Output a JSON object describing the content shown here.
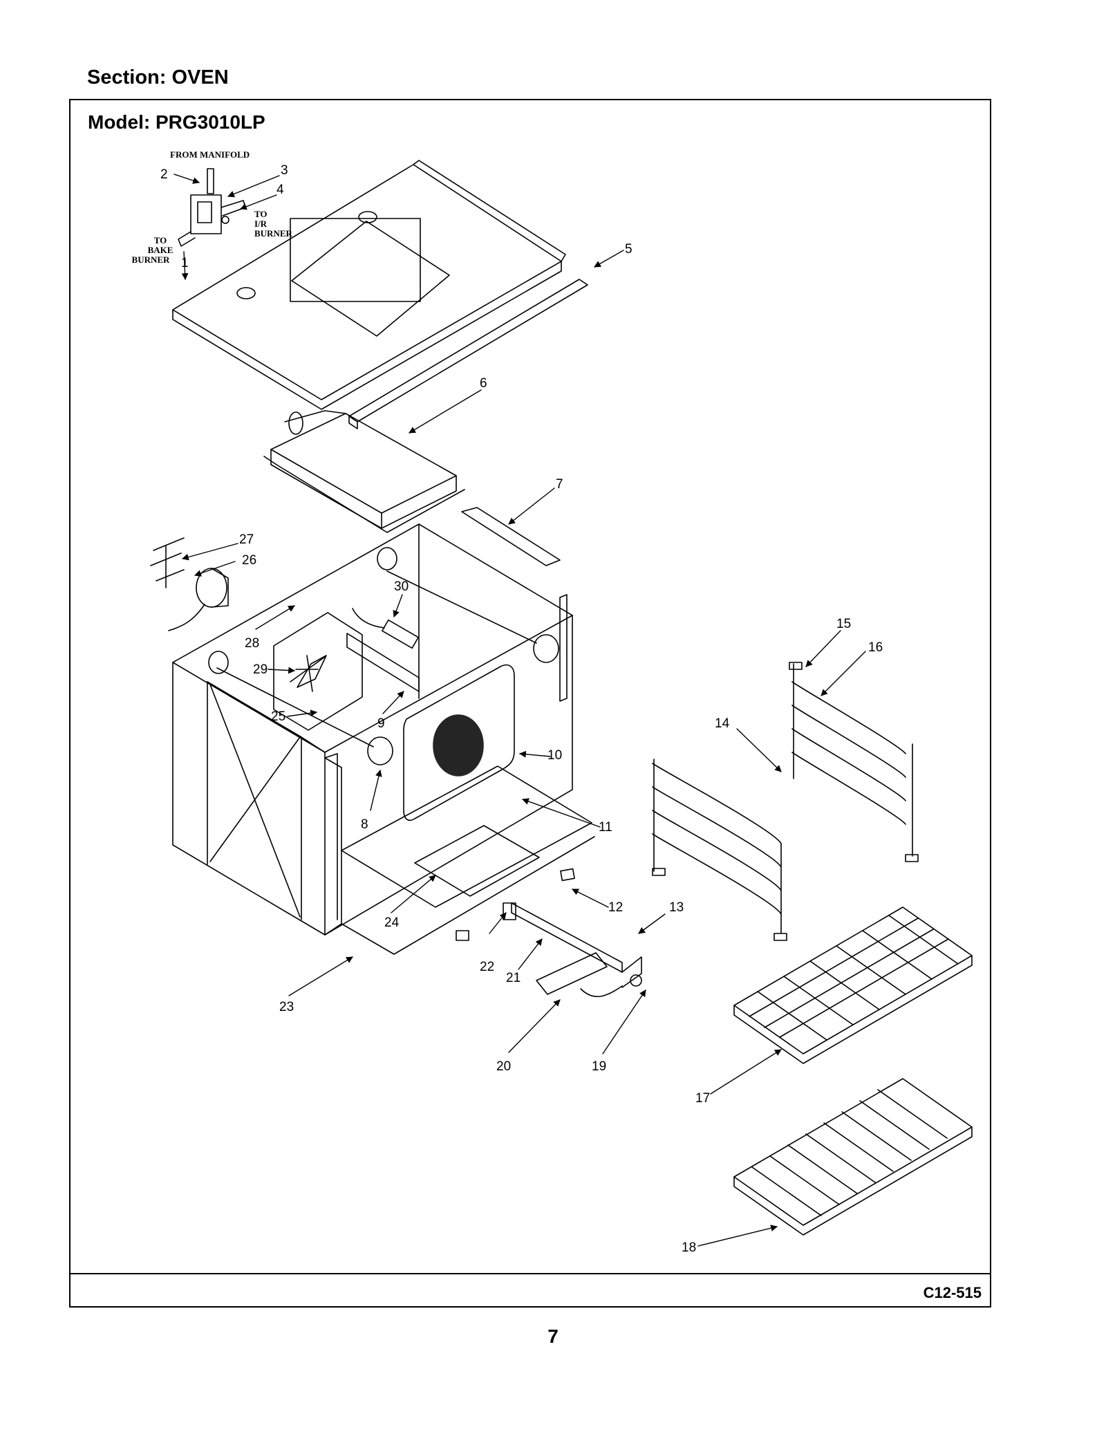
{
  "header": {
    "section": "Section:  OVEN",
    "model": "Model:  PRG3010LP"
  },
  "footer": {
    "code": "C12-515",
    "page": "7"
  },
  "notes": {
    "from_manifold": "FROM MANIFOLD",
    "to_ir_1": "TO",
    "to_ir_2": "I/R",
    "to_ir_3": "BURNER",
    "to_bake_1": "TO",
    "to_bake_2": "BAKE",
    "to_bake_3": "BURNER"
  },
  "callouts": {
    "c1": "1",
    "c2": "2",
    "c3": "3",
    "c4": "4",
    "c5": "5",
    "c6": "6",
    "c7": "7",
    "c8": "8",
    "c9": "9",
    "c10": "10",
    "c11": "11",
    "c12": "12",
    "c13": "13",
    "c14": "14",
    "c15": "15",
    "c16": "16",
    "c17": "17",
    "c18": "18",
    "c19": "19",
    "c20": "20",
    "c21": "21",
    "c22": "22",
    "c23": "23",
    "c24": "24",
    "c25": "25",
    "c26": "26",
    "c27": "27",
    "c28": "28",
    "c29": "29",
    "c30": "30"
  },
  "colors": {
    "ink": "#000000",
    "paper": "#ffffff"
  }
}
